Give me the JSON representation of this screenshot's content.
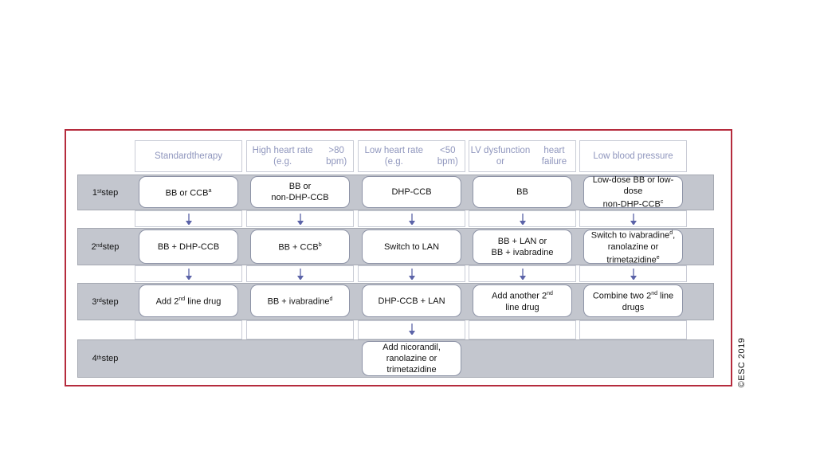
{
  "columns": [
    {
      "header": [
        "Standard",
        "therapy"
      ]
    },
    {
      "header": [
        "High heart rate (e.g.",
        ">80 bpm)"
      ]
    },
    {
      "header": [
        "Low heart rate (e.g.",
        "<50 bpm)"
      ]
    },
    {
      "header": [
        "LV dysfunction or",
        "heart failure"
      ]
    },
    {
      "header": [
        "Low blood pressure"
      ]
    }
  ],
  "steps": [
    {
      "num": "1",
      "sup": "st",
      "word": "step",
      "cells": [
        [
          [
            "BB or CCB",
            "a"
          ]
        ],
        [
          [
            "BB or"
          ],
          [
            "non-DHP-CCB"
          ]
        ],
        [
          [
            "DHP-CCB"
          ]
        ],
        [
          [
            "BB"
          ]
        ],
        [
          [
            "Low-dose BB or low-dose"
          ],
          [
            "non-DHP-CCB",
            "c"
          ]
        ]
      ]
    },
    {
      "num": "2",
      "sup": "nd",
      "word": "step",
      "cells": [
        [
          [
            "BB + DHP-CCB"
          ]
        ],
        [
          [
            "BB + CCB",
            "b"
          ]
        ],
        [
          [
            "Switch to LAN"
          ]
        ],
        [
          [
            "BB + LAN or"
          ],
          [
            "BB + ivabradine"
          ]
        ],
        [
          [
            "Switch to ivabradine",
            "d",
            ","
          ],
          [
            "ranolazine or"
          ],
          [
            "trimetazidine",
            "e"
          ]
        ]
      ]
    },
    {
      "num": "3",
      "sup": "rd",
      "word": "step",
      "cells": [
        [
          [
            "Add 2",
            "nd",
            " line drug"
          ]
        ],
        [
          [
            "BB + ivabradine",
            "d"
          ]
        ],
        [
          [
            "DHP-CCB + LAN"
          ]
        ],
        [
          [
            "Add another 2",
            "nd"
          ],
          [
            "line drug"
          ]
        ],
        [
          [
            "Combine two 2",
            "nd",
            " line"
          ],
          [
            "drugs"
          ]
        ]
      ]
    },
    {
      "num": "4",
      "sup": "th",
      "word": "step",
      "cells": [
        null,
        null,
        [
          [
            "Add nicorandil,"
          ],
          [
            "ranolazine or"
          ],
          [
            "trimetazidine"
          ]
        ],
        null,
        null
      ]
    }
  ],
  "copyright": "©ESC 2019",
  "colors": {
    "frame": "#b52b3d",
    "band": "#c3c6ce",
    "arrow": "#5b63a8",
    "header_text": "#8f96bd"
  }
}
